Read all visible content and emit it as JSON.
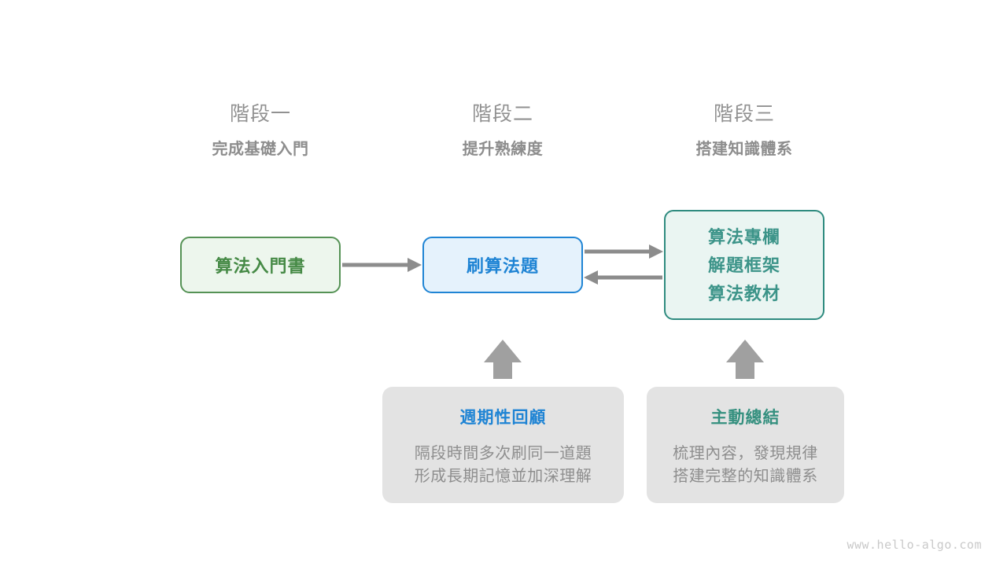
{
  "stages": [
    {
      "title": "階段一",
      "subtitle": "完成基礎入門"
    },
    {
      "title": "階段二",
      "subtitle": "提升熟練度"
    },
    {
      "title": "階段三",
      "subtitle": "搭建知識體系"
    }
  ],
  "nodes": {
    "intro_book": {
      "label": "算法入門書",
      "fill": "#edf6ed",
      "border": "#559255",
      "text": "#468a46"
    },
    "practice": {
      "label": "刷算法題",
      "fill": "#e5f2fc",
      "border": "#1f84d4",
      "text": "#1f84d4"
    },
    "resources": {
      "lines": [
        "算法專欄",
        "解題框架",
        "算法教材"
      ],
      "fill": "#eaf5f2",
      "border": "#2e8b7f",
      "text": "#3c9489"
    }
  },
  "notes": [
    {
      "title": "週期性回顧",
      "title_color": "#1f84d4",
      "body_line1": "隔段時間多次刷同一道題",
      "body_line2": "形成長期記憶並加深理解"
    },
    {
      "title": "主動總結",
      "title_color": "#35907f",
      "body_line1": "梳理內容，發現規律",
      "body_line2": "搭建完整的知識體系"
    }
  ],
  "arrows": {
    "color": "#8c8c8c",
    "items": [
      {
        "name": "intro-to-practice",
        "direction": "right"
      },
      {
        "name": "practice-to-resources",
        "direction": "right"
      },
      {
        "name": "resources-to-practice",
        "direction": "left"
      },
      {
        "name": "review-to-practice",
        "direction": "up"
      },
      {
        "name": "summary-to-resources",
        "direction": "up"
      }
    ]
  },
  "watermark": "www.hello-algo.com"
}
